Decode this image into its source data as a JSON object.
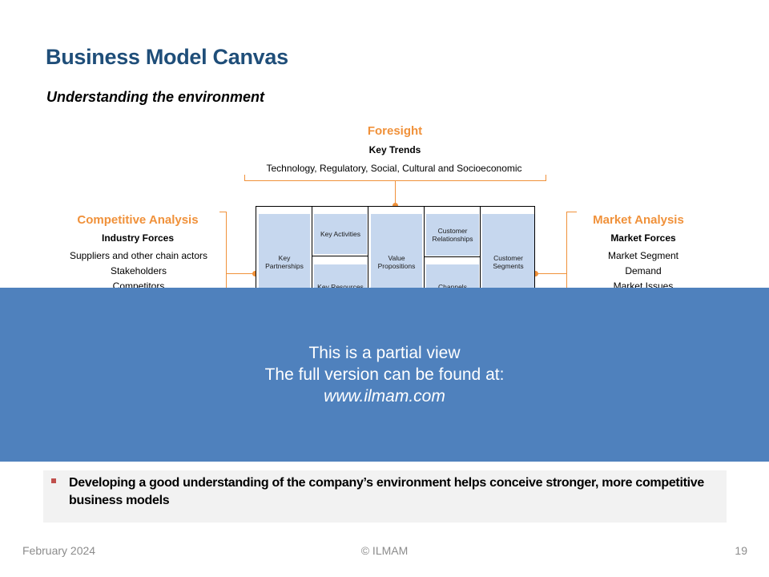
{
  "slide": {
    "title": "Business Model Canvas",
    "subtitle": "Understanding the environment"
  },
  "foresight": {
    "heading": "Foresight",
    "subheading": "Key Trends",
    "text": "Technology, Regulatory, Social, Cultural and Socioeconomic"
  },
  "competitive": {
    "heading": "Competitive Analysis",
    "subheading": "Industry Forces",
    "items": [
      "Suppliers and other chain actors",
      "Stakeholders",
      "Competitors"
    ]
  },
  "market": {
    "heading": "Market Analysis",
    "subheading": "Market Forces",
    "items": [
      "Market Segment",
      "Demand",
      "Market Issues"
    ]
  },
  "canvas": {
    "key_partnerships": "Key Partnerships",
    "key_activities": "Key Activities",
    "key_resources": "Key Resources",
    "value_propositions": "Value Propositions",
    "customer_relationships": "Customer Relationships",
    "channels": "Channels",
    "customer_segments": "Customer Segments"
  },
  "overlay": {
    "line1": "This is a partial view",
    "line2": "The full version can be found at:",
    "url": "www.ilmam.com"
  },
  "note": {
    "text": "Developing a good understanding of the company’s environment helps conceive stronger, more competitive business models"
  },
  "footer": {
    "date": "February 2024",
    "copyright": "© ILMAM",
    "page": "19"
  },
  "colors": {
    "title": "#1f4e79",
    "accent_orange": "#f0913a",
    "canvas_block": "#c6d7ee",
    "overlay": "#4f81bd",
    "bullet": "#c0504d"
  }
}
